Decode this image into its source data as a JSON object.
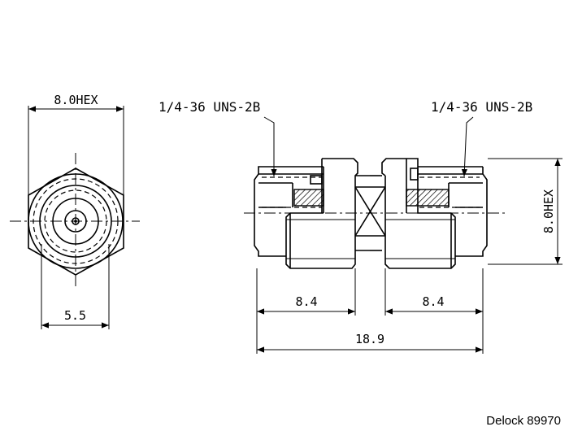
{
  "end_view": {
    "hex_width_label": "8.0HEX",
    "bore_label": "5.5"
  },
  "side_view": {
    "thread_left_label": "1/4-36 UNS-2B",
    "thread_right_label": "1/4-36 UNS-2B",
    "hex_height_label": "8.0HEX",
    "left_length_label": "8.4",
    "right_length_label": "8.4",
    "overall_length_label": "18.9"
  },
  "footer": {
    "brand_text": "Delock 89970"
  }
}
